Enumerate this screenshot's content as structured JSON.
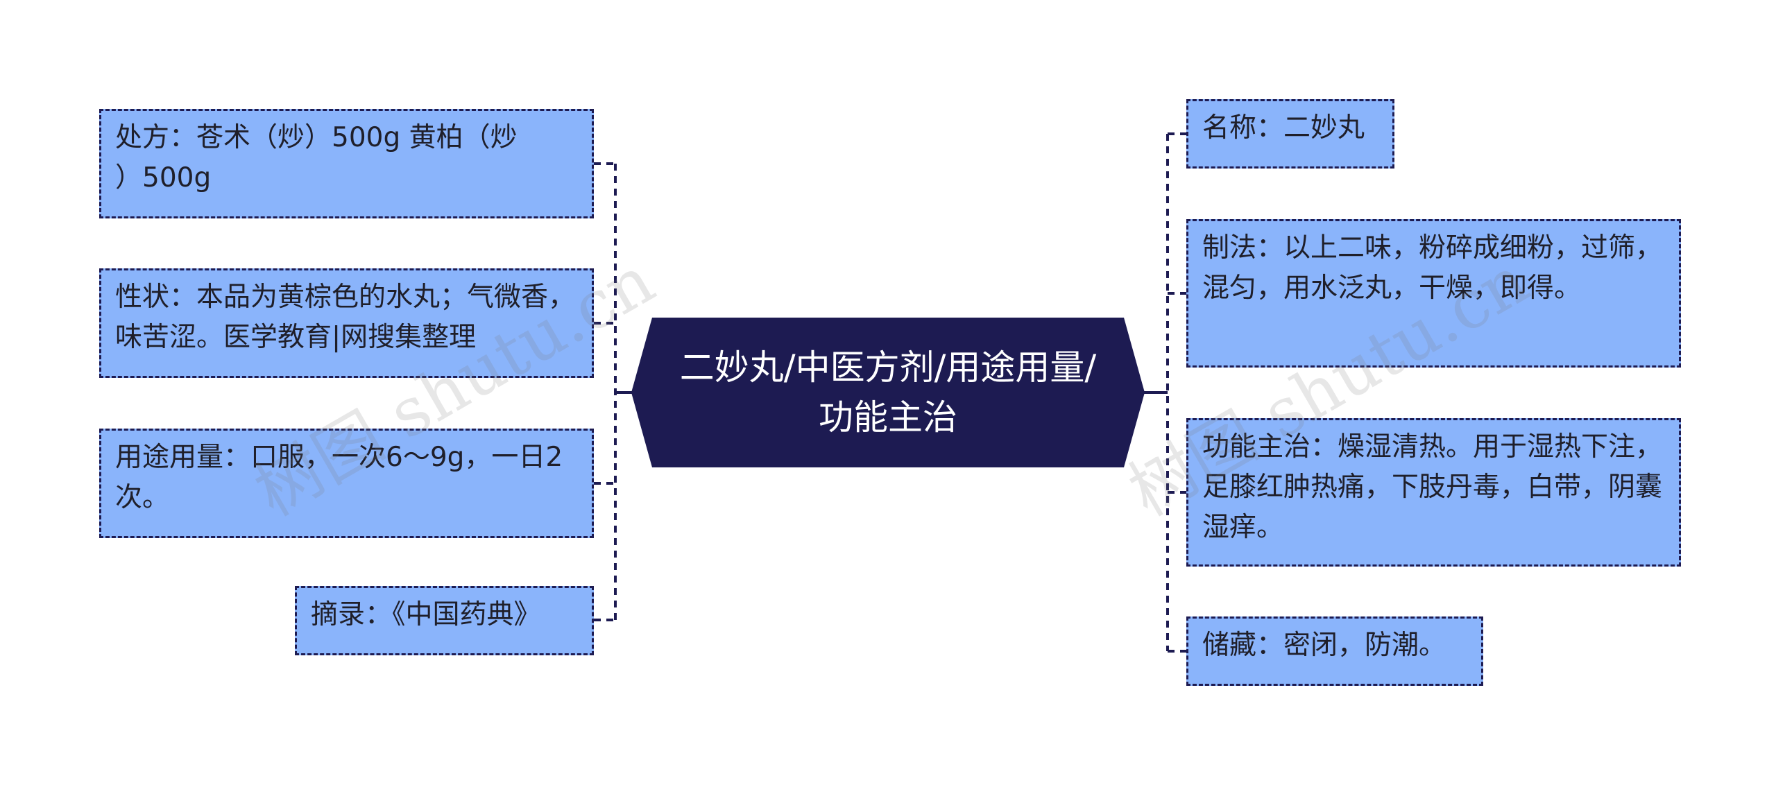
{
  "central": {
    "label": "二妙丸/中医方剂/用途用量/功能主治",
    "fill": "#1d1b52"
  },
  "colors": {
    "node_fill": "#8ab4fb",
    "line": "#1d1b52"
  },
  "left_nodes": [
    {
      "text": "处方：苍术（炒）500g 黄柏（炒\n）500g"
    },
    {
      "text": "性状：本品为黄棕色的水丸；气微香，味苦涩。医学教育|网搜集整理"
    },
    {
      "text": "用途用量：口服，一次6～9g，一日2次。"
    },
    {
      "text": "摘录：《中国药典》"
    }
  ],
  "right_nodes": [
    {
      "text": "名称：二妙丸"
    },
    {
      "text": "制法：以上二味，粉碎成细粉，过筛，混匀，用水泛丸，干燥，即得。"
    },
    {
      "text": "功能主治：燥湿清热。用于湿热下注，足膝红肿热痛，下肢丹毒，白带，阴囊湿痒。"
    },
    {
      "text": "储藏：密闭，防潮。"
    }
  ],
  "watermarks": [
    "树图 shutu.cn",
    "树图 shutu.cn"
  ]
}
